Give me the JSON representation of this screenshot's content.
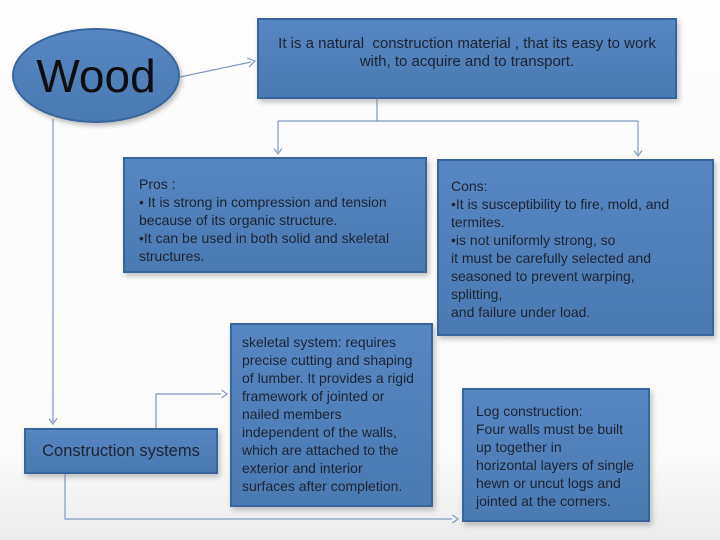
{
  "slide": {
    "palette": {
      "shape_fill": "#4f81bd",
      "shape_border": "#3a659b",
      "connector_line": "#8099c4",
      "body_text": "#1c2433",
      "title_text": "#0e0e12",
      "background": "#fcfcfc"
    },
    "wood_ellipse": {
      "label": "Wood"
    },
    "intro_box": {
      "text": "It is a natural  construction material , that its easy to work\nwith, to acquire and to transport."
    },
    "pros_box": {
      "text": "Pros :\n• It is strong in compression and tension\nbecause of its organic structure.\n•It can be used in both solid and skeletal\nstructures."
    },
    "cons_box": {
      "text": "Cons:\n•It is susceptibility to fire, mold, and\ntermites.\n•is not uniformly strong, so\nit must be carefully selected and\nseasoned to prevent warping,\nsplitting,\nand failure under load."
    },
    "skeletal_box": {
      "text": "skeletal system: requires\nprecise cutting and shaping\nof lumber. It provides a rigid\nframework of jointed or\nnailed members\nindependent of the walls,\nwhich are attached to the\nexterior and interior\nsurfaces after completion."
    },
    "log_box": {
      "text": "Log construction:\nFour walls must be built\nup together in\nhorizontal layers of single\nhewn or uncut logs and\njointed at the corners."
    },
    "construction_box": {
      "label": "Construction systems"
    }
  }
}
